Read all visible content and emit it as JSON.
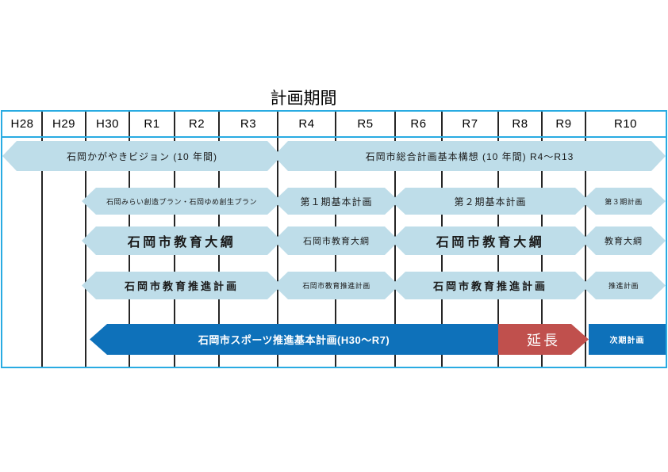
{
  "title": "計画期間",
  "years": [
    "H28",
    "H29",
    "H30",
    "R1",
    "R2",
    "R3",
    "R4",
    "R5",
    "R6",
    "R7",
    "R8",
    "R9",
    "R10"
  ],
  "rows": [
    {
      "name": "city-vision",
      "bands": [
        {
          "label": "石岡かがやきビジョン (10 年間)",
          "from": 0,
          "to": 6,
          "shape": "hex",
          "color": "light",
          "size": "m"
        },
        {
          "label": "石岡市総合計画基本構想 (10 年間) R4～R13",
          "from": 6,
          "to": 13,
          "shape": "hex",
          "color": "light",
          "size": "m"
        }
      ]
    },
    {
      "name": "basic-plan",
      "bands": [
        {
          "label": "石岡みらい創造プラン・石岡ゆめ創生プラン",
          "from": 2,
          "to": 6,
          "shape": "hex",
          "color": "light",
          "size": "xs"
        },
        {
          "label": "第１期基本計画",
          "from": 6,
          "to": 8,
          "shape": "hex",
          "color": "light",
          "size": "m"
        },
        {
          "label": "第２期基本計画",
          "from": 8,
          "to": 12,
          "shape": "hex",
          "color": "light",
          "size": "m"
        },
        {
          "label": "第３期計画",
          "from": 12,
          "to": 13,
          "shape": "hex",
          "color": "light",
          "size": "xs"
        }
      ]
    },
    {
      "name": "education-outline",
      "bands": [
        {
          "label": "石岡市教育大綱",
          "from": 2,
          "to": 6,
          "shape": "hex",
          "color": "light",
          "size": "l"
        },
        {
          "label": "石岡市教育大綱",
          "from": 6,
          "to": 8,
          "shape": "hex",
          "color": "light",
          "size": "s"
        },
        {
          "label": "石岡市教育大綱",
          "from": 8,
          "to": 12,
          "shape": "hex",
          "color": "light",
          "size": "l"
        },
        {
          "label": "教育大綱",
          "from": 12,
          "to": 13,
          "shape": "hex",
          "color": "light",
          "size": "s"
        }
      ]
    },
    {
      "name": "education-promotion-plan",
      "bands": [
        {
          "label": "石岡市教育推進計画",
          "from": 2,
          "to": 6,
          "shape": "hex",
          "color": "light",
          "size": "ml"
        },
        {
          "label": "石岡市教育推進計画",
          "from": 6,
          "to": 8,
          "shape": "hex",
          "color": "light",
          "size": "xs"
        },
        {
          "label": "石岡市教育推進計画",
          "from": 8,
          "to": 12,
          "shape": "hex",
          "color": "light",
          "size": "ml"
        },
        {
          "label": "推進計画",
          "from": 12,
          "to": 13,
          "shape": "hex",
          "color": "light",
          "size": "xs"
        }
      ]
    },
    {
      "name": "sports-plan",
      "bands": [
        {
          "label": "石岡市スポーツ推進基本計画(H30～R7)",
          "from": 2,
          "to": 10,
          "shape": "lead",
          "color": "dark",
          "size": "sports"
        },
        {
          "label": "延長",
          "from": 10,
          "to": 12,
          "shape": "tail",
          "color": "red",
          "size": "extend"
        },
        {
          "label": "次期計画",
          "from": 12,
          "to": 13,
          "shape": "rect",
          "color": "dark",
          "size": "next"
        }
      ]
    }
  ],
  "colors": {
    "light_band": "#bedde9",
    "dark_band": "#0e71ba",
    "red_band": "#c0504d",
    "frame_border": "#29abe2",
    "grid_line": "#262626"
  }
}
